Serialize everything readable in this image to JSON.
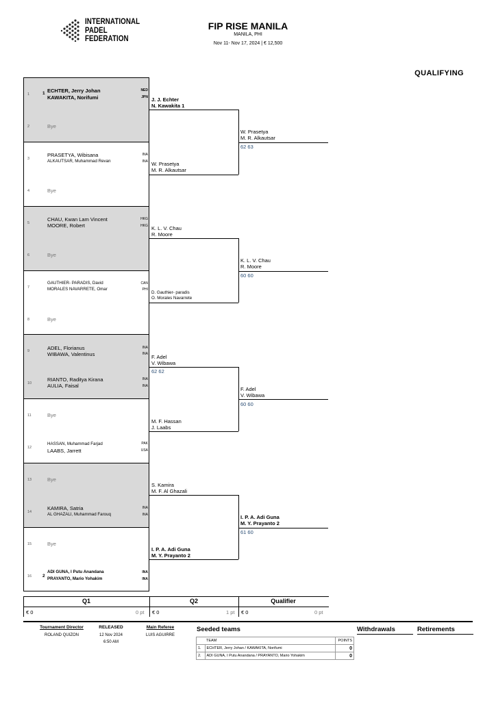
{
  "org": {
    "line1": "INTERNATIONAL",
    "line2": "PADEL",
    "line3": "FEDERATION"
  },
  "event": {
    "title": "FIP RISE MANILA",
    "location": "MANILA, PHI",
    "dates": "Nov 11- Nov 17, 2024  |  € 12,500",
    "stage": "QUALIFYING"
  },
  "slots": [
    {
      "n": "1",
      "seed": "1",
      "p1": "ECHTER, Jerry Johan",
      "n1": "NED",
      "p2": "KAWAKITA, Norifumi",
      "n2": "JPN"
    },
    {
      "n": "2",
      "bye": "Bye"
    },
    {
      "n": "3",
      "p1": "PRASETYA, Wibisana",
      "n1": "INA",
      "p2": "ALKAUTSAR, Muhammad Revan",
      "n2": "INA"
    },
    {
      "n": "4",
      "bye": "Bye"
    },
    {
      "n": "5",
      "p1": "CHAU, Kwan Lam Vincent",
      "n1": "HKG",
      "p2": "MOORE, Robert",
      "n2": "HKG"
    },
    {
      "n": "6",
      "bye": "Bye"
    },
    {
      "n": "7",
      "p1": "GAUTHIER- PARADIS, David",
      "n1": "CAN",
      "p2": "MORALES NAVARRETE, Omar",
      "n2": "PHI"
    },
    {
      "n": "8",
      "bye": "Bye"
    },
    {
      "n": "9",
      "p1": "ADEL, Florianus",
      "n1": "INA",
      "p2": "WIBAWA, Valentinus",
      "n2": "INA"
    },
    {
      "n": "10",
      "p1": "RIANTO, Raditya Kirana",
      "n1": "INA",
      "p2": "AULIA, Faisal",
      "n2": "INA"
    },
    {
      "n": "11",
      "bye": "Bye"
    },
    {
      "n": "12",
      "p1": "HASSAN, Muhammad Farjad",
      "n1": "PAK",
      "p2": "LAABS, Jarrett",
      "n2": "USA"
    },
    {
      "n": "13",
      "bye": "Bye"
    },
    {
      "n": "14",
      "p1": "KAMIRA, Satria",
      "n1": "INA",
      "p2": "AL GHAZALI, Muhammad Farouq",
      "n2": "INA"
    },
    {
      "n": "15",
      "bye": "Bye"
    },
    {
      "n": "16",
      "seed": "2",
      "p1": "ADI GUNA, I Putu Anandana",
      "n1": "INA",
      "p2": "PRAYANTO, Mario Yohakim",
      "n2": "INA"
    }
  ],
  "round2": [
    {
      "a": "J. J. Echter",
      "b": "N. Kawakita  1",
      "score": ""
    },
    {
      "a": "W. Prasetya",
      "b": "M. R. Alkautsar",
      "score": ""
    },
    {
      "a": "K. L. V. Chau",
      "b": "R. Moore",
      "score": ""
    },
    {
      "a": "D. Gauthier- paradis",
      "b": "O. Morales Navarrete",
      "score": ""
    },
    {
      "a": "F. Adel",
      "b": "V. Wibawa",
      "score": "62 62"
    },
    {
      "a": "M. F. Hassan",
      "b": "J. Laabs",
      "score": ""
    },
    {
      "a": "S. Kamira",
      "b": "M. F. Al Ghazali",
      "score": ""
    },
    {
      "a": "I. P. A. Adi Guna",
      "b": "M. Y. Prayanto  2",
      "score": ""
    }
  ],
  "qualifiers": [
    {
      "a": "W. Prasetya",
      "b": "M. R. Alkautsar",
      "score": "62 63"
    },
    {
      "a": "K. L. V. Chau",
      "b": "R. Moore",
      "score": "60 60"
    },
    {
      "a": "F. Adel",
      "b": "V. Wibawa",
      "score": "60 60"
    },
    {
      "a": "I. P. A. Adi Guna",
      "b": "M. Y. Prayanto  2",
      "score": "61 60"
    }
  ],
  "rounds": [
    {
      "label": "Q1",
      "prize": "€ 0",
      "points": "0 pt"
    },
    {
      "label": "Q2",
      "prize": "€ 0",
      "points": "1 pt"
    },
    {
      "label": "Qualifier",
      "prize": "€ 0",
      "points": "0 pt"
    }
  ],
  "footer": {
    "td_label": "Tournament Director",
    "td_value": "ROLAND QUIZON",
    "rel_label": "RELEASED",
    "rel_date": "12 Nov 2024",
    "rel_time": "6:50 AM",
    "ref_label": "Main Referee",
    "ref_value": "LUIS AGUIRRE",
    "seeded_title": "Seeded teams",
    "team_col": "TEAM",
    "points_col": "POINTS",
    "seeded": [
      {
        "n": "1.",
        "team": "ECHTER, Jerry Johan / KAWAKITA, Norifumi",
        "pts": "0"
      },
      {
        "n": "2.",
        "team": "ADI GUNA, I Putu Anandana / PRAYANTO, Mario Yohakim",
        "pts": "0"
      }
    ],
    "withdrawals": "Withdrawals",
    "retirements": "Retirements"
  }
}
